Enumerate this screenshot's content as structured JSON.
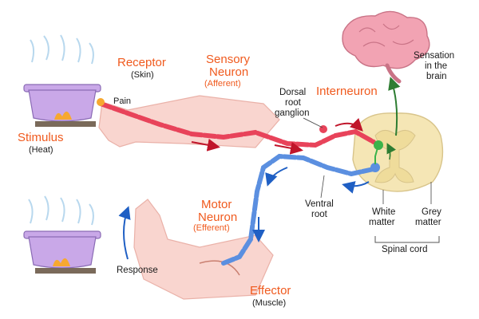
{
  "labels": {
    "receptor": "Receptor",
    "receptor_sub": "(Skin)",
    "pain": "Pain",
    "stimulus": "Stimulus",
    "stimulus_sub": "(Heat)",
    "sensory_1": "Sensory",
    "sensory_2": "Neuron",
    "sensory_sub": "(Afferent)",
    "dorsal_1": "Dorsal",
    "dorsal_2": "root",
    "dorsal_3": "ganglion",
    "interneuron": "Interneuron",
    "sensation_1": "Sensation",
    "sensation_2": "in the",
    "sensation_3": "brain",
    "motor_1": "Motor",
    "motor_2": "Neuron",
    "motor_sub": "(Efferent)",
    "ventral_1": "Ventral",
    "ventral_2": "root",
    "white_1": "White",
    "white_2": "matter",
    "grey_1": "Grey",
    "grey_2": "matter",
    "spinal_cord": "Spinal cord",
    "response": "Response",
    "effector": "Effector",
    "effector_sub": "(Muscle)"
  },
  "colors": {
    "label_accent": "#f05a1e",
    "sensory_neuron": "#e8435a",
    "motor_neuron": "#5b8fe0",
    "brain": "#f2a3b3",
    "spinal_cord": "#f5e6b5",
    "pot": "#c9a8e8",
    "flame": "#f7a830",
    "arrow_sensory": "#c0152a",
    "arrow_motor": "#1f5fc4",
    "arrow_brain": "#2e7d32",
    "skin": "#f9d5cf"
  }
}
